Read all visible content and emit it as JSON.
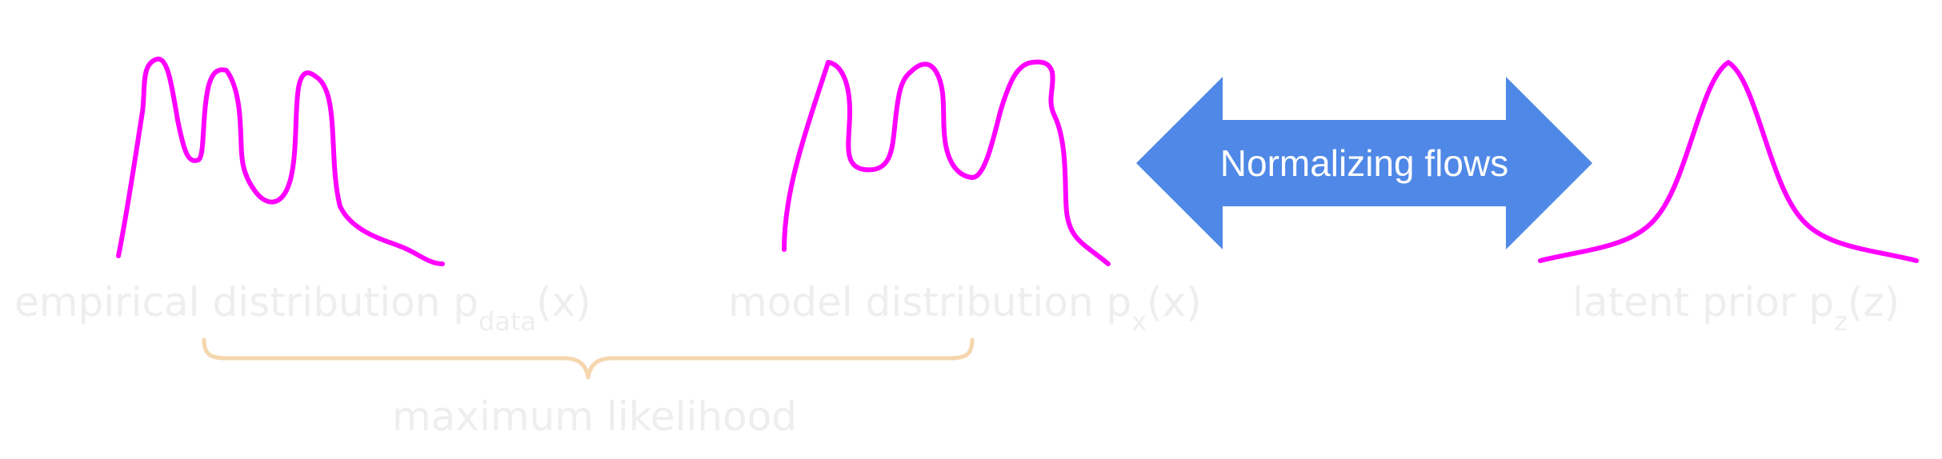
{
  "labels": {
    "empirical": {
      "main": "empirical distribution p",
      "sub": "data",
      "tail": "(x)"
    },
    "model": {
      "main": "model distribution p",
      "sub": "x",
      "tail": "(x)"
    },
    "latent": {
      "main": "latent prior p",
      "sub": "z",
      "tail": "(z)"
    },
    "objective": "maximum likelihood"
  },
  "arrow": {
    "label": "Normalizing flows",
    "color": "#4f88e6"
  },
  "colors": {
    "curve": "#ff00ff",
    "brace": "#f5d6ad",
    "label_text": "#eeeeee"
  }
}
